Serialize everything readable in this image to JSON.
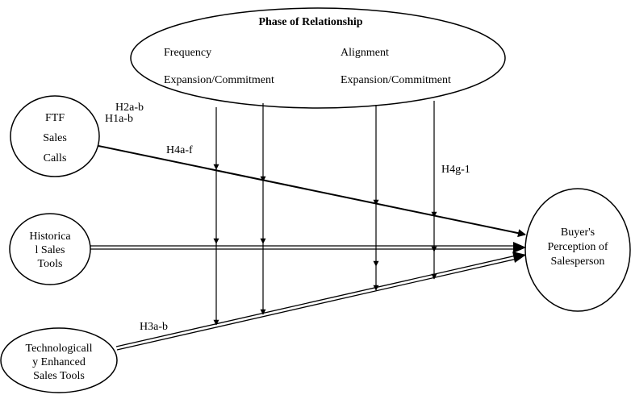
{
  "phase": {
    "title": "Phase of Relationship",
    "freq": "Frequency",
    "exp1": "Expansion/Commitment",
    "align": "Alignment",
    "exp2": "Expansion/Commitment"
  },
  "nodes": {
    "ftf": [
      "FTF",
      "Sales",
      "Calls"
    ],
    "hist": [
      "Historica",
      "l Sales",
      "Tools"
    ],
    "tech": [
      "Technologicall",
      "y Enhanced",
      "Sales Tools"
    ],
    "buyer": [
      "Buyer's",
      "Perception of",
      "Salesperson"
    ]
  },
  "labels": {
    "h2": "H2a-b",
    "h1": "H1a-b",
    "h4af": "H4a-f",
    "h4g": "H4g-1",
    "h3": "H3a-b"
  },
  "colors": {
    "stroke": "#000000",
    "background": "#ffffff"
  }
}
